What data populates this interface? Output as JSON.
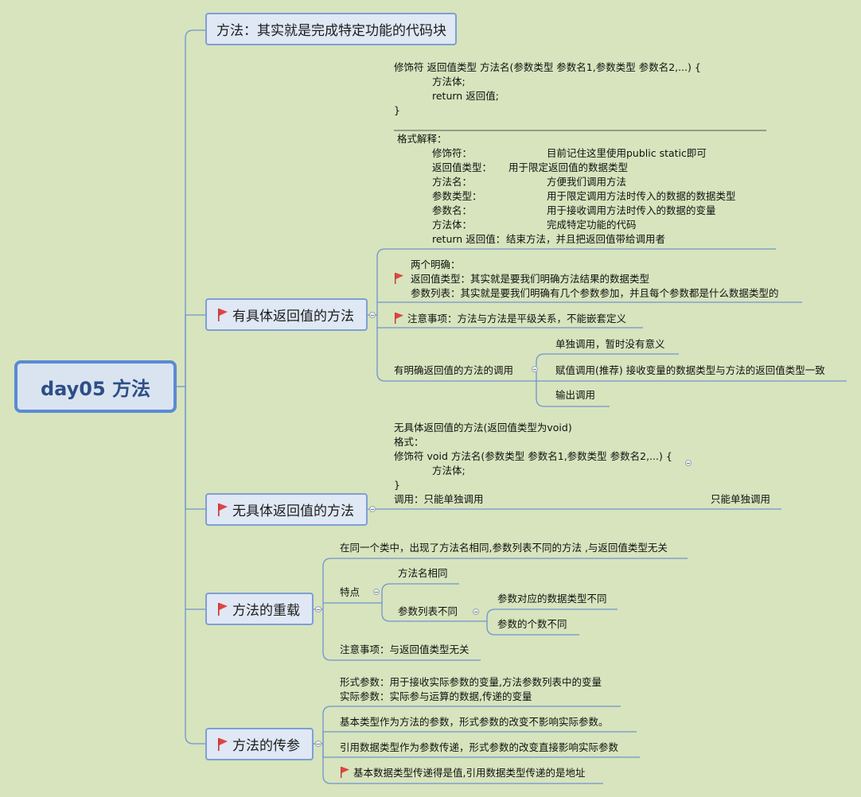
{
  "root": "day05  方法",
  "topics": [
    {
      "label": "方法：其实就是完成特定功能的代码块"
    },
    {
      "label": "有具体返回值的方法"
    },
    {
      "label": "无具体返回值的方法"
    },
    {
      "label": "方法的重载"
    },
    {
      "label": "方法的传参"
    }
  ],
  "t1": {
    "format_lines": [
      "修饰符 返回值类型 方法名(参数类型 参数名1,参数类型 参数名2,...) {",
      "方法体;",
      "return 返回值;",
      "}"
    ],
    "explain_title": "格式解释：",
    "explain": [
      {
        "k": "修饰符：",
        "v": "目前记住这里使用public static即可"
      },
      {
        "k": "返回值类型：",
        "v": "用于限定返回值的数据类型"
      },
      {
        "k": "方法名：",
        "v": "方便我们调用方法"
      },
      {
        "k": "参数类型：",
        "v": "用于限定调用方法时传入的数据的数据类型"
      },
      {
        "k": "参数名：",
        "v": "用于接收调用方法时传入的数据的变量"
      },
      {
        "k": "方法体：",
        "v": "完成特定功能的代码"
      },
      {
        "k": "return 返回值：",
        "v": "结束方法，并且把返回值带给调用者"
      }
    ],
    "two_clear": [
      "两个明确：",
      "返回值类型：其实就是要我们明确方法结果的数据类型",
      "参数列表：其实就是要我们明确有几个参数参加，并且每个参数都是什么数据类型的"
    ],
    "note": "注意事项：方法与方法是平级关系，不能嵌套定义",
    "call_label": "有明确返回值的方法的调用",
    "calls": [
      "单独调用，暂时没有意义",
      "赋值调用(推荐)  接收变量的数据类型与方法的返回值类型一致",
      "输出调用"
    ]
  },
  "t2": {
    "lines": [
      "无具体返回值的方法(返回值类型为void)",
      "格式：",
      "修饰符 void 方法名(参数类型 参数名1,参数类型 参数名2,...) {",
      "方法体;",
      "}"
    ],
    "call": "调用：只能单独调用",
    "call_child": "只能单独调用"
  },
  "t3": {
    "def": "在同一个类中，出现了方法名相同,参数列表不同的方法 ,与返回值类型无关",
    "feature": "特点",
    "same_name": "方法名相同",
    "diff_params": "参数列表不同",
    "diff_items": [
      "参数对应的数据类型不同",
      "参数的个数不同"
    ],
    "note": "注意事项：与返回值类型无关"
  },
  "t4": {
    "formal": "形式参数：用于接收实际参数的变量,方法参数列表中的变量",
    "actual": "实际参数：实际参与运算的数据,传递的变量",
    "basic": "基本类型作为方法的参数，形式参数的改变不影响实际参数。",
    "ref": "引用数据类型作为参数传递，形式参数的改变直接影响实际参数",
    "summary": "基本数据类型传递得是值,引用数据类型传递的是地址"
  }
}
